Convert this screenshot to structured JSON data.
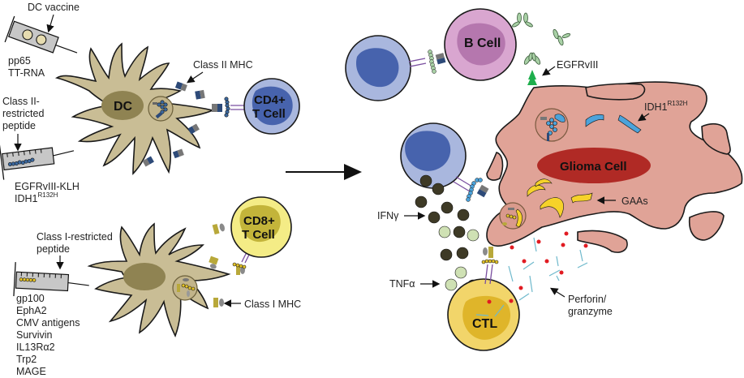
{
  "diagram": {
    "title": "Dendritic cell vaccine and peptide vaccine immunotherapy mechanism against glioma",
    "left_panel": {
      "dc_vaccine": {
        "label": "DC vaccine",
        "antigens": [
          "pp65",
          "TT-RNA"
        ]
      },
      "class_ii_peptide": {
        "label_lines": [
          "Class II-",
          "restricted",
          "peptide"
        ],
        "antigens": [
          "EGFRvIII-KLH",
          "IDH1"
        ],
        "idh1_superscript": "R132H"
      },
      "class_i_peptide": {
        "label_lines": [
          "Class I-restricted",
          "peptide"
        ],
        "antigens": [
          "gp100",
          "EphA2",
          "CMV antigens",
          "Survivin",
          "IL13Rα2",
          "Trp2",
          "MAGE"
        ]
      },
      "dc_top": {
        "label": "DC"
      },
      "class_ii_mhc_label": "Class II MHC",
      "class_i_mhc_label": "Class I MHC",
      "cd4_cell": {
        "label_lines": [
          "CD4+",
          "T Cell"
        ]
      },
      "cd8_cell": {
        "label_lines": [
          "CD8+",
          "T Cell"
        ]
      }
    },
    "transition_arrow": "right-arrow",
    "right_panel": {
      "b_cell": {
        "label": "B Cell"
      },
      "glioma_cell": {
        "label": "Glioma Cell"
      },
      "ctl_cell": {
        "label": "CTL"
      },
      "egfrviii_label": "EGFRvIII",
      "idh1_label": "IDH1",
      "idh1_superscript": "R132H",
      "gaas_label": "GAAs",
      "ifn_label": "IFNγ",
      "tnf_label": "TNFα",
      "perforin_label_lines": [
        "Perforin/",
        "granzyme"
      ]
    },
    "colors": {
      "dc_body": "#c9bd95",
      "dc_nucleus": "#8f8352",
      "cd4_outer": "#a9b7de",
      "cd4_nucleus": "#4763ad",
      "cd8_outer": "#f4ec86",
      "cd8_nucleus": "#c3b43a",
      "b_cell_outer": "#d9a6d0",
      "b_cell_nucleus": "#b577ae",
      "glioma_body": "#e0a397",
      "glioma_nucleus": "#b02a25",
      "ctl_outer": "#f2d56a",
      "ctl_nucleus": "#dfb52a",
      "ifn_dots": "#3e3a26",
      "tnf_dots": "#cfe1b4",
      "granzyme_dots": "#e11b22",
      "perforin_lines": "#6fb9cc",
      "antibody": "#a9d1a6",
      "egfr_arrow": "#1eae4c",
      "idh1_ribbons": "#4ca3db",
      "gaa_shapes": "#f6d22a"
    }
  }
}
